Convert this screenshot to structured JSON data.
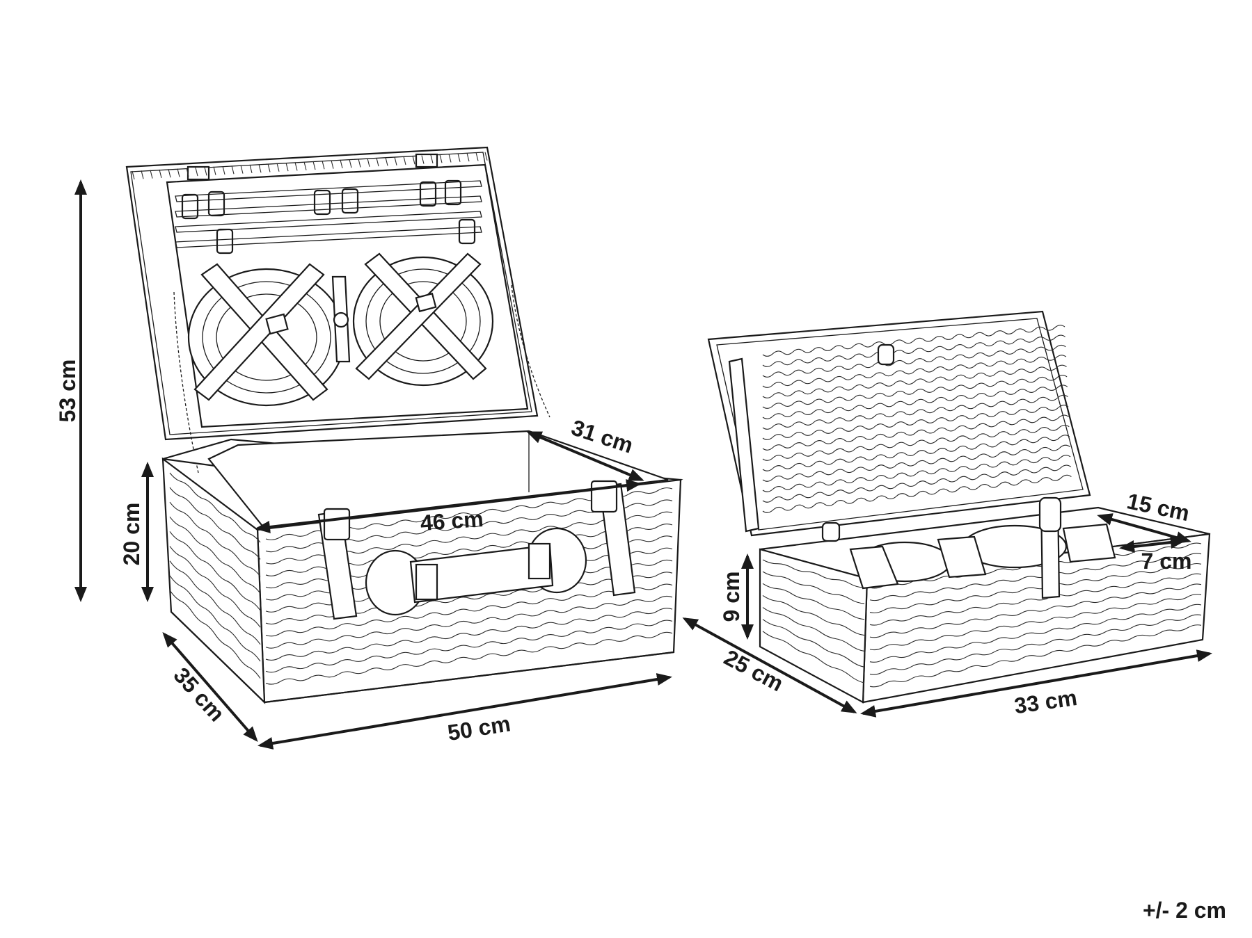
{
  "basket_large": {
    "height_total": "53 cm",
    "height_body": "20 cm",
    "depth": "35 cm",
    "width": "50 cm",
    "inner_depth": "31 cm",
    "inner_width": "46 cm"
  },
  "basket_small": {
    "height": "9 cm",
    "depth": "25 cm",
    "width": "33 cm",
    "compartment_width": "15 cm",
    "compartment_depth": "7 cm"
  },
  "tolerance": "+/- 2 cm"
}
